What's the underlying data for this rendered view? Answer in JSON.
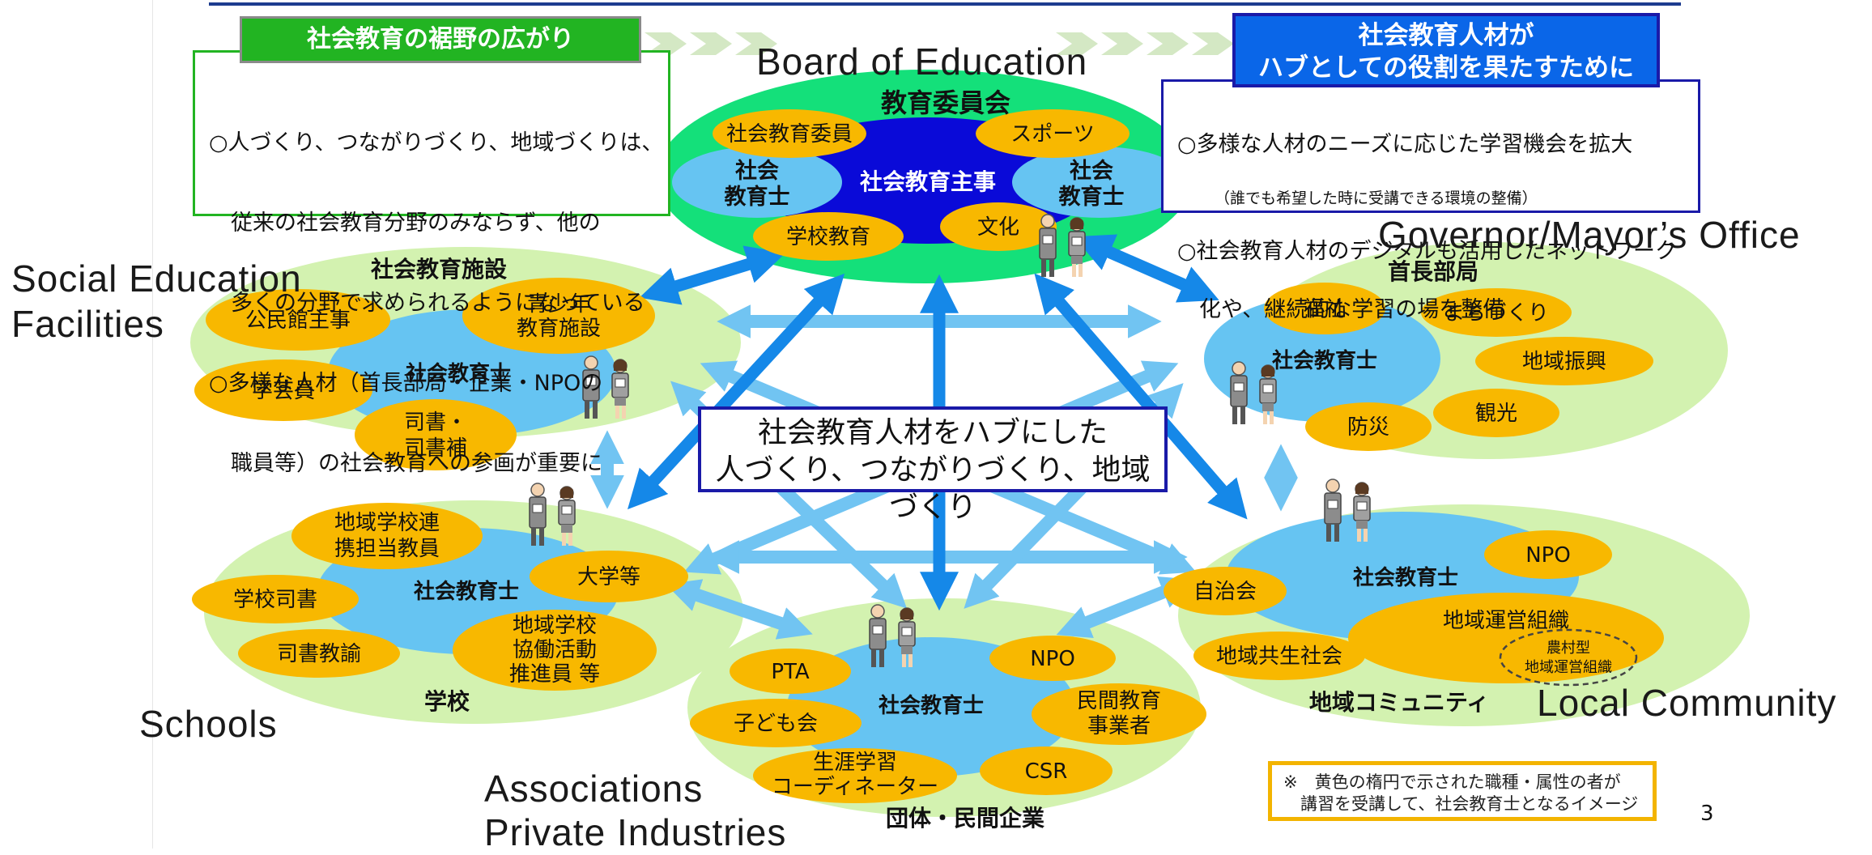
{
  "left_panel": {
    "header": "社会教育の裾野の広がり",
    "lines": [
      "○人づくり、つながりづくり、地域づくりは、",
      "　従来の社会教育分野のみならず、他の",
      "　多くの分野で求められるようになっている",
      "○多様な人材（首長部局・企業・NPOの",
      "　職員等）の社会教育への参画が重要に"
    ]
  },
  "right_panel": {
    "header_lines": [
      "社会教育人材が",
      "ハブとしての役割を果たすために"
    ],
    "line1": "○多様な人材のニーズに応じた学習機会を拡大",
    "line1_note": "（誰でも希望した時に受講できる環境の整備）",
    "line2": "○社会教育人材のデジタルも活用したネットワーク",
    "line3": "　化や、継続的な学習の場を整備"
  },
  "center_box": {
    "lines": [
      "社会教育人材をハブにした",
      "人づくり、つながりづくり、地域づくり"
    ]
  },
  "english_labels": {
    "board": "Board of Education",
    "governor": "Governor/Mayor’s Office",
    "sef_line1": "Social Education",
    "sef_line2": "Facilities",
    "schools": "Schools",
    "local": "Local Community",
    "assoc_line1": "Associations",
    "assoc_line2": "Private Industries"
  },
  "groups": {
    "board": {
      "title": "教育委員会",
      "center": "社会教育主事",
      "left_blue": [
        "社会",
        "教育士"
      ],
      "right_blue": [
        "社会",
        "教育士"
      ],
      "items": [
        "社会教育委員",
        "スポーツ",
        "学校教育",
        "文化"
      ]
    },
    "facilities": {
      "title": "社会教育施設",
      "center": "社会教育士",
      "items": [
        "公民館主事",
        [
          "青少年",
          "教育施設"
        ],
        "学芸員",
        [
          "司書・",
          "司書補"
        ]
      ]
    },
    "governor": {
      "title": "首長部局",
      "center": "社会教育士",
      "items": [
        "福祉",
        "まちづくり",
        "地域振興",
        "観光",
        "防災"
      ]
    },
    "schools": {
      "title": "学校",
      "center": "社会教育士",
      "items": [
        [
          "地域学校連",
          "携担当教員"
        ],
        "大学等",
        "学校司書",
        "司書教諭",
        [
          "地域学校",
          "協働活動",
          "推進員 等"
        ]
      ]
    },
    "associations": {
      "title": "団体・民間企業",
      "center": "社会教育士",
      "items": [
        "PTA",
        "NPO",
        "子ども会",
        [
          "民間教育",
          "事業者"
        ],
        [
          "生涯学習",
          "コーディネーター"
        ],
        "CSR"
      ]
    },
    "local": {
      "title": "地域コミュニティ",
      "center": "社会教育士",
      "items": [
        "自治会",
        "NPO",
        "地域運営組織",
        "地域共生社会"
      ],
      "dashed": [
        "農村型",
        "地域運営組織"
      ]
    }
  },
  "note": {
    "lines": [
      "※　黄色の楕円で示された職種・属性の者が",
      "　講習を受講して、社会教育士となるイメージ"
    ]
  },
  "page_number": "3",
  "colors": {
    "group_bg": "#d3f2b0",
    "board_bg": "#14e07a",
    "blue_center": "#66c4f2",
    "dark_center": "#0a0ad8",
    "item_yellow": "#f8b800",
    "arrow_dark": "#1588e8",
    "arrow_light": "#71c4f2",
    "left_header": "#22b422",
    "right_header": "#0a66e8",
    "chevron": "#d4e8c4"
  }
}
